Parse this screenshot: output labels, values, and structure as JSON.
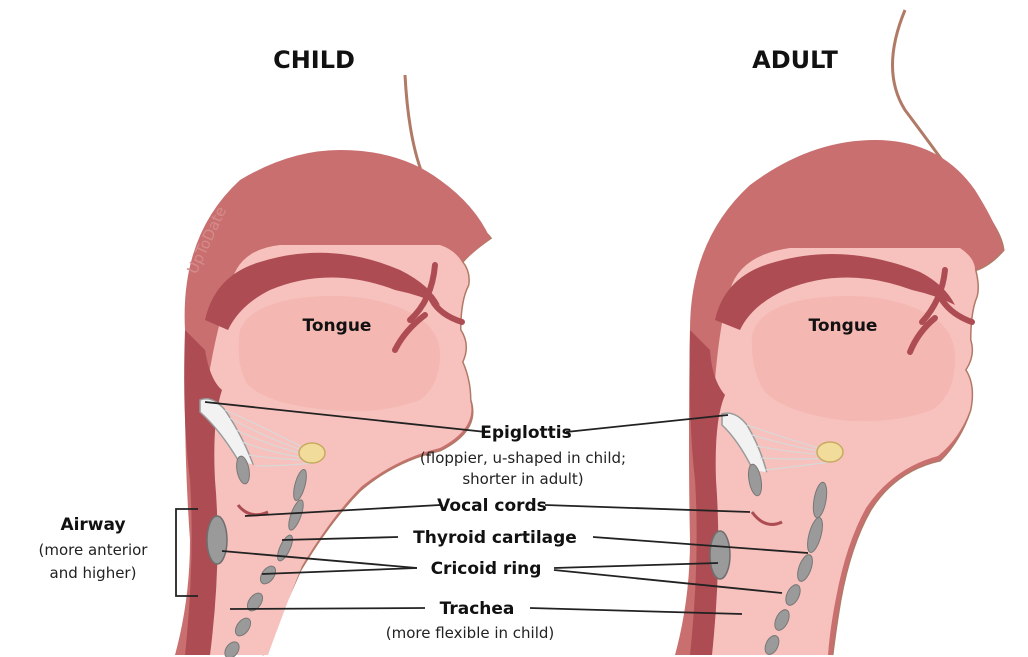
{
  "headings": {
    "child": "CHILD",
    "adult": "ADULT"
  },
  "tongue": {
    "child": "Tongue",
    "adult": "Tongue"
  },
  "labels": {
    "epiglottis": {
      "title": "Epiglottis",
      "note_line1": "(floppier, u-shaped in child;",
      "note_line2": "shorter in adult)"
    },
    "vocal_cords": {
      "title": "Vocal cords"
    },
    "thyroid_cartilage": {
      "title": "Thyroid cartilage"
    },
    "cricoid_ring": {
      "title": "Cricoid ring"
    },
    "trachea": {
      "title": "Trachea",
      "note": "(more flexible in child)"
    },
    "airway": {
      "title": "Airway",
      "note_line1": "(more anterior",
      "note_line2": "and higher)"
    }
  },
  "watermark": "UpToDate",
  "colors": {
    "outer_tissue": "#c96f6f",
    "inner_tissue": "#f7c2bd",
    "dark_tissue": "#ad4d53",
    "cartilage": "#8f8f8f",
    "hyoid": "#f2dc9c",
    "skin_outline": "#b07a66"
  }
}
